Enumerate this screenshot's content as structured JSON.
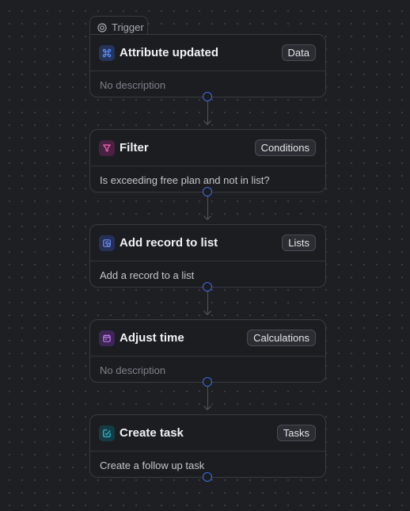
{
  "trigger_label": "Trigger",
  "steps": [
    {
      "title": "Attribute updated",
      "tag": "Data",
      "description": "No description",
      "icon": "command-icon",
      "icon_color": "#5b8cf5",
      "icon_bg": "#26345a"
    },
    {
      "title": "Filter",
      "tag": "Conditions",
      "description": "Is exceeding free plan and not in list?",
      "icon": "filter-icon",
      "icon_color": "#f06bb5",
      "icon_bg": "#4a2140"
    },
    {
      "title": "Add record to list",
      "tag": "Lists",
      "description": "Add a record to a list",
      "icon": "add-record-icon",
      "icon_color": "#6f8ff7",
      "icon_bg": "#263057"
    },
    {
      "title": "Adjust time",
      "tag": "Calculations",
      "description": "No description",
      "icon": "calendar-icon",
      "icon_color": "#c07af0",
      "icon_bg": "#3d2554"
    },
    {
      "title": "Create task",
      "tag": "Tasks",
      "description": "Create a follow up task",
      "icon": "task-icon",
      "icon_color": "#38c6d9",
      "icon_bg": "#153c45"
    }
  ],
  "colors": {
    "background": "#1e1f23",
    "card": "#1c1d21",
    "connector": "#3b6fe0"
  }
}
